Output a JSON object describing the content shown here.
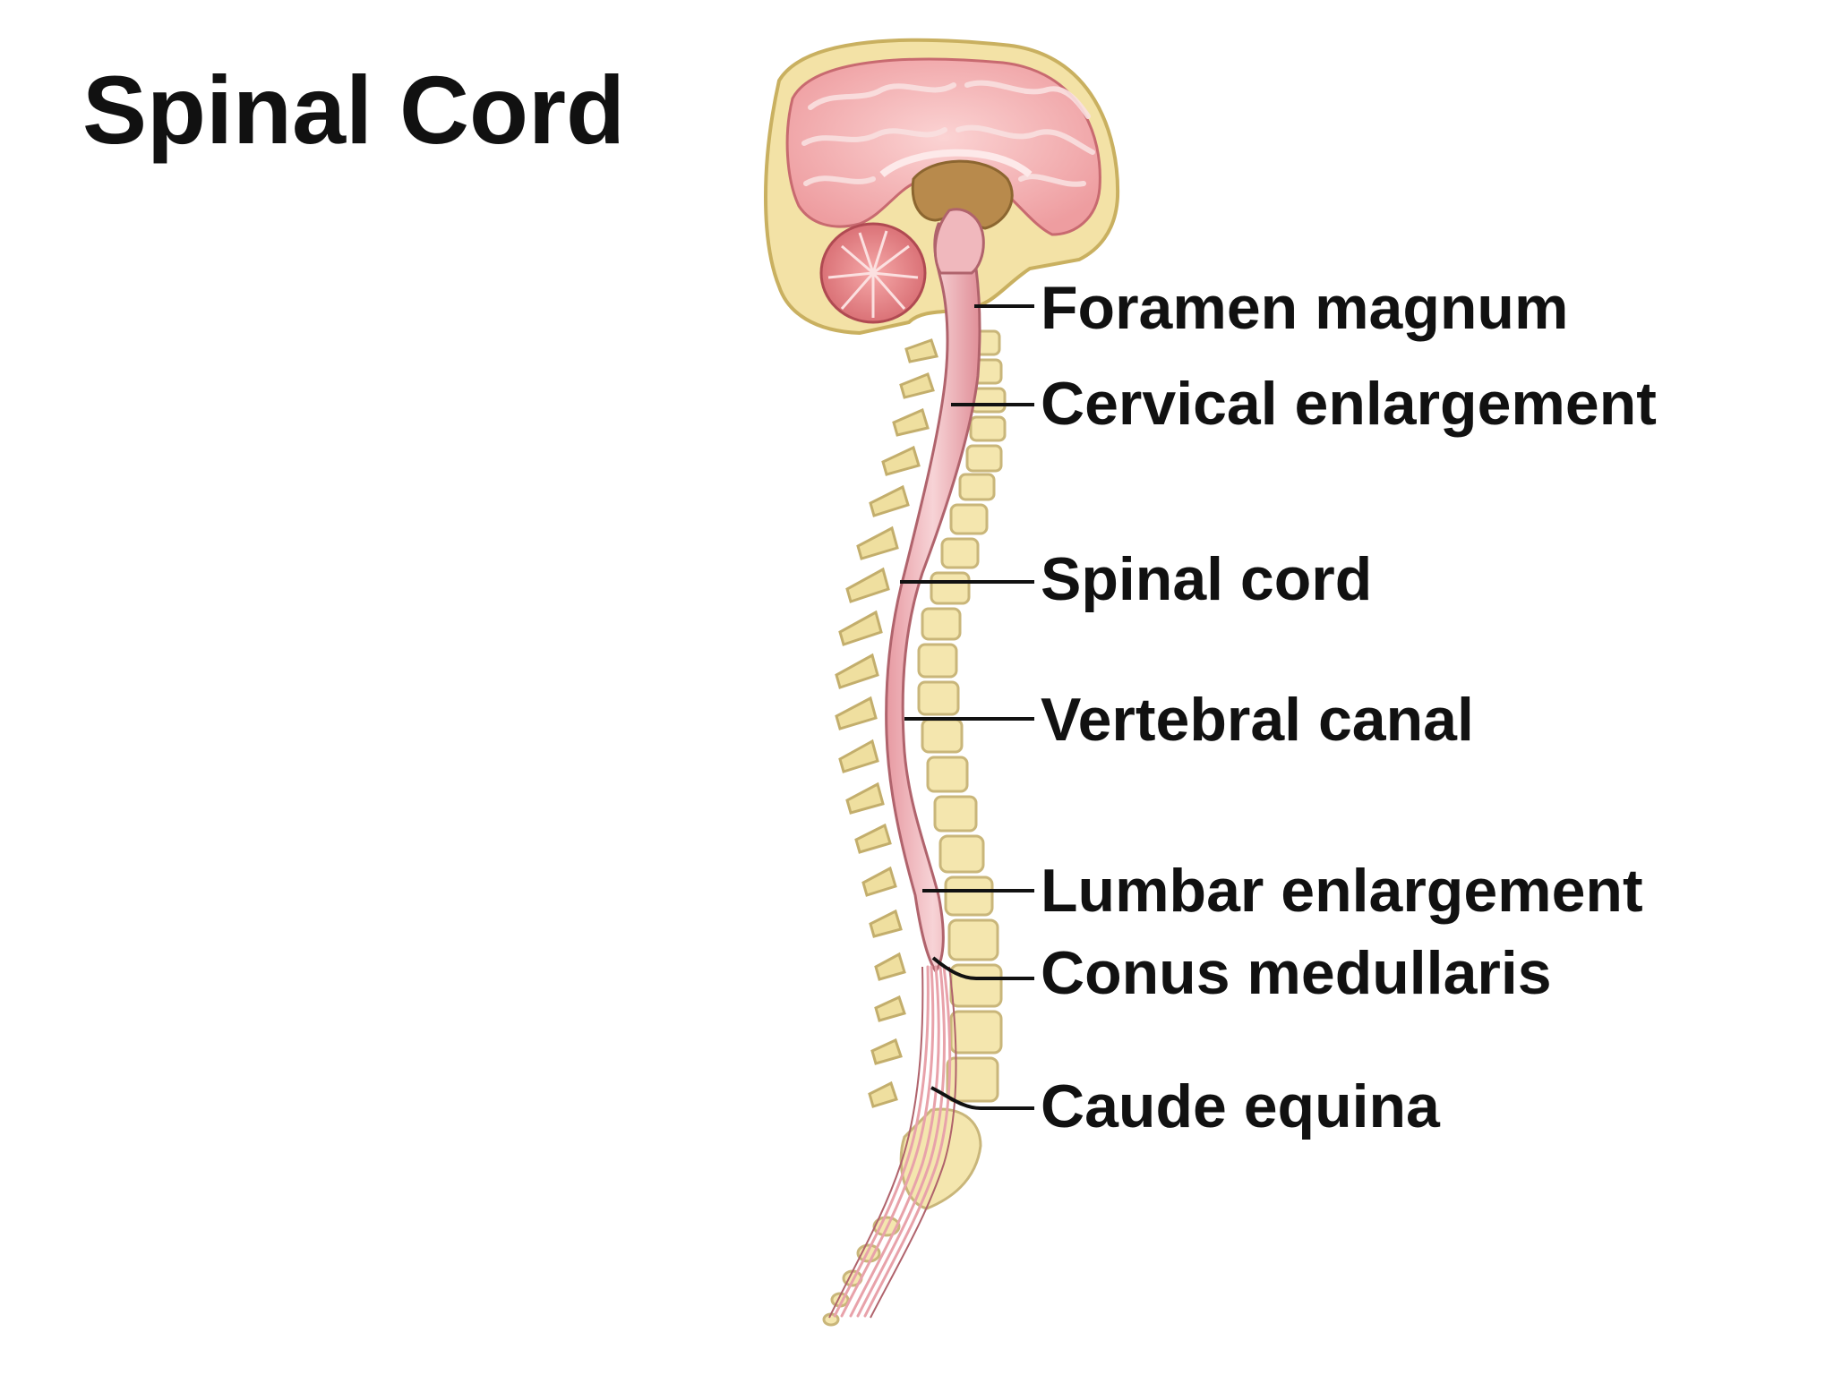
{
  "title": "Spinal Cord",
  "labels": {
    "foramen_magnum": "Foramen magnum",
    "cervical_enlargement": "Cervical enlargement",
    "spinal_cord": "Spinal cord",
    "vertebral_canal": "Vertebral canal",
    "lumbar_enlargement": "Lumbar enlargement",
    "conus_medullaris": "Conus medullaris",
    "caude_equina": "Caude equina"
  },
  "colors": {
    "brain": "#f2b3b3",
    "brain_fold": "#fbe1e1",
    "skull": "#f3e2a6",
    "spinal_cord": "#f1bcc0",
    "vertebra": "#f4e6ae",
    "vertebra_outline": "#c9b67a",
    "leader_line": "#111111"
  }
}
